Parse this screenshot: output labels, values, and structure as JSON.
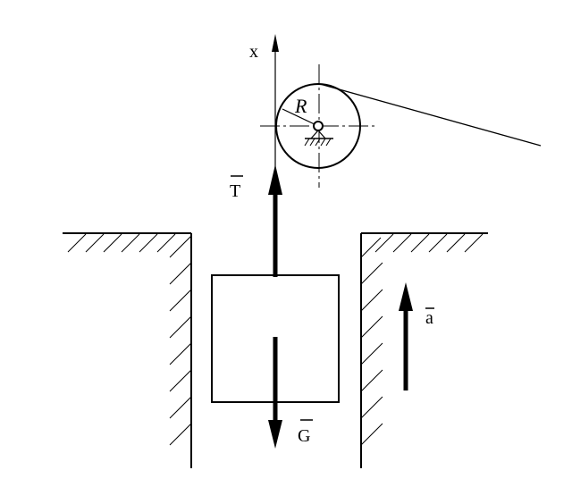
{
  "labels": {
    "axis_x": "x",
    "radius": "R",
    "tension": "T",
    "weight": "G",
    "acceleration": "a"
  }
}
